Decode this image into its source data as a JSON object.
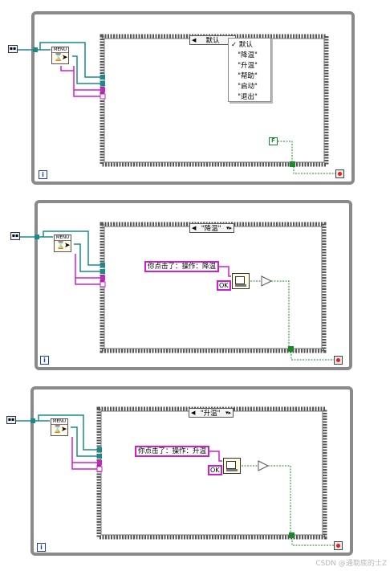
{
  "diagram1": {
    "menu_block_title": "MENU",
    "case_selector": "默认",
    "iteration_label": "i",
    "bool_constant": "F",
    "menu_items": [
      "默认",
      "\"降温\"",
      "\"升温\"",
      "\"帮助\"",
      "\"启动\"",
      "\"退出\""
    ],
    "checked_item": "✓"
  },
  "diagram2": {
    "menu_block_title": "MENU",
    "case_selector": "\"降温\"",
    "message": "你点击了：操作：降温",
    "ok_label": "OK",
    "iteration_label": "i"
  },
  "diagram3": {
    "menu_block_title": "MENU",
    "case_selector": "\"升温\"",
    "message": "你点击了：操作：升温",
    "ok_label": "OK",
    "iteration_label": "i"
  },
  "watermark": "CSDN @通勒底的士Z"
}
